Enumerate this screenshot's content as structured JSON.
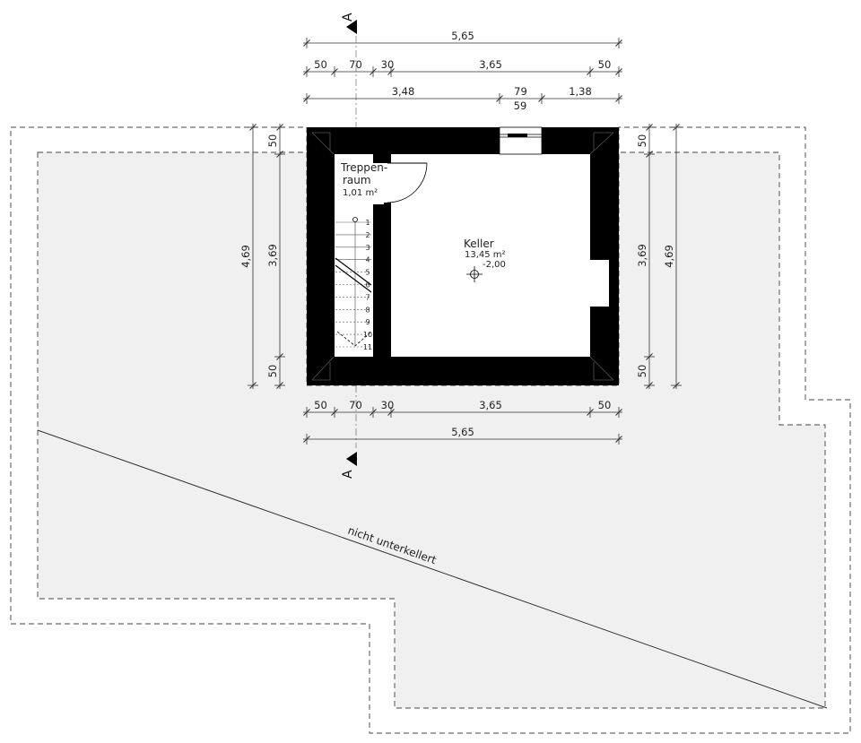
{
  "section_marker": {
    "label": "A"
  },
  "dimensions": {
    "top_total": "5,65",
    "top_row2": [
      "50",
      "70",
      "30",
      "3,65",
      "50"
    ],
    "top_row3": [
      "3,48",
      "79",
      "1,38"
    ],
    "window_height": "59",
    "bottom_row1": [
      "50",
      "70",
      "30",
      "3,65",
      "50"
    ],
    "bottom_total": "5,65",
    "left_outer": "4,69",
    "left_inner": [
      "50",
      "3,69",
      "50"
    ],
    "right_inner": [
      "50",
      "3,69",
      "50"
    ],
    "right_outer": "4,69"
  },
  "rooms": {
    "stair_room": {
      "name_line1": "Treppen-",
      "name_line2": "raum",
      "area": "1,01 m²"
    },
    "cellar": {
      "name": "Keller",
      "area": "13,45 m²",
      "level": "-2,00"
    }
  },
  "stair_steps": [
    "1",
    "2",
    "3",
    "4",
    "5",
    "6",
    "7",
    "8",
    "9",
    "10",
    "11"
  ],
  "annotation": {
    "label": "nicht unterkellert"
  },
  "colors": {
    "wall": "#000000",
    "hatch_fill": "#f0f0f0",
    "line": "#333333"
  }
}
